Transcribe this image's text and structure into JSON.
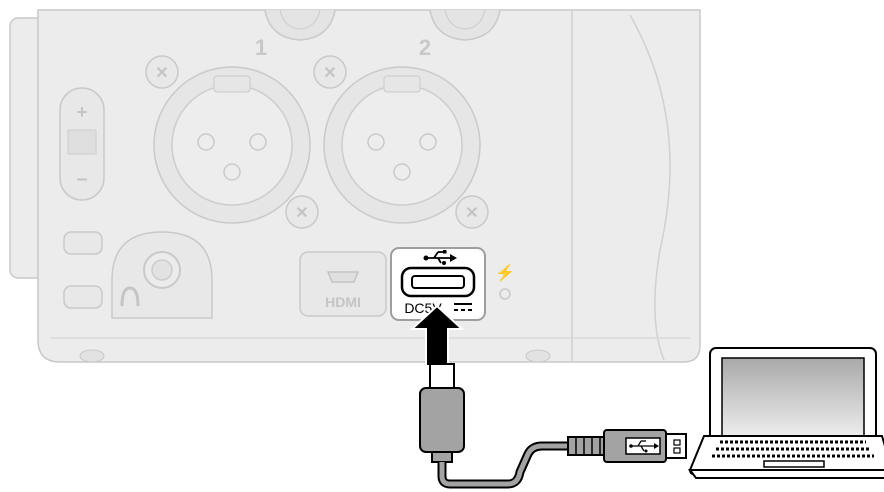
{
  "device": {
    "input_1_label": "1",
    "input_2_label": "2",
    "hdmi_label": "HDMI",
    "usb_port_label": "DC5V"
  },
  "connection": {
    "cable": "usb-c-to-usb-a",
    "usb_icon": "usb-icon",
    "direction_icon": "arrow-up-icon"
  },
  "colors": {
    "device_fill": "#ececec",
    "device_stroke": "#c9c9c9",
    "highlight_stroke": "#000000",
    "cable_gray": "#9a9a9a",
    "screen_gray": "#bcbcbc"
  }
}
